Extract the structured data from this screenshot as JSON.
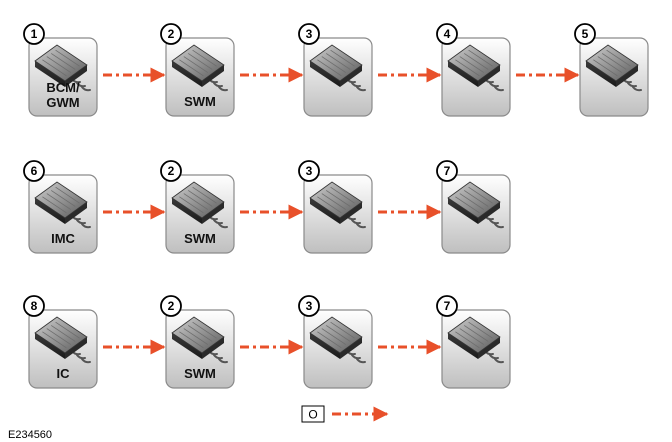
{
  "diagram": {
    "figure_id": "E234560",
    "rows": [
      {
        "nodes": [
          {
            "number": "1",
            "label_lines": [
              "BCM/",
              "GWM"
            ]
          },
          {
            "number": "2",
            "label_lines": [
              "SWM"
            ]
          },
          {
            "number": "3",
            "label_lines": []
          },
          {
            "number": "4",
            "label_lines": []
          },
          {
            "number": "5",
            "label_lines": []
          }
        ]
      },
      {
        "nodes": [
          {
            "number": "6",
            "label_lines": [
              "IMC"
            ]
          },
          {
            "number": "2",
            "label_lines": [
              "SWM"
            ]
          },
          {
            "number": "3",
            "label_lines": []
          },
          {
            "number": "7",
            "label_lines": []
          }
        ]
      },
      {
        "nodes": [
          {
            "number": "8",
            "label_lines": [
              "IC"
            ]
          },
          {
            "number": "2",
            "label_lines": [
              "SWM"
            ]
          },
          {
            "number": "3",
            "label_lines": []
          },
          {
            "number": "7",
            "label_lines": []
          }
        ]
      }
    ],
    "legend": {
      "key": "O"
    },
    "colors": {
      "connection": "#e8502a",
      "module_fill_top": "#ffffff",
      "module_fill_bottom": "#bfbfbf",
      "module_border": "#8a8a8a"
    },
    "icon": "ecu-module-icon"
  }
}
